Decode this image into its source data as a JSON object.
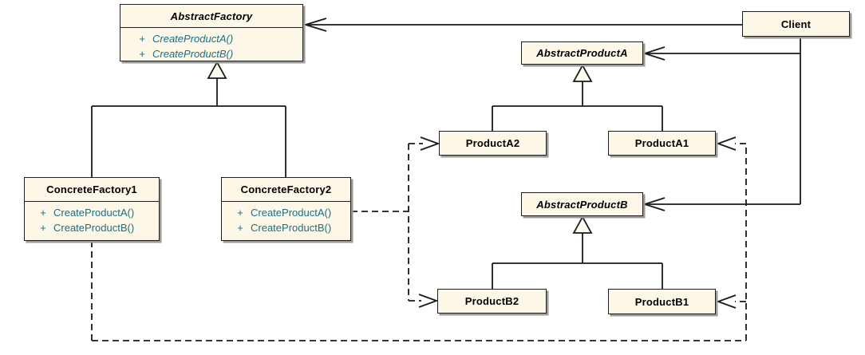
{
  "diagram_type": "uml-class-diagram",
  "pattern": "Abstract Factory",
  "colors": {
    "background": "#FFFFFF",
    "box_fill": "#FDF7E7",
    "box_border": "#1D1D1D",
    "box_shadow": "#9B9B9B",
    "method_text": "#1C6E85",
    "title_text": "#000000",
    "edge_line": "#1A1A1A"
  },
  "classes": {
    "abstract_factory": {
      "name": "AbstractFactory",
      "abstract": true,
      "methods": [
        {
          "vis": "+",
          "sig": "CreateProductA()"
        },
        {
          "vis": "+",
          "sig": "CreateProductB()"
        }
      ]
    },
    "client": {
      "name": "Client",
      "abstract": false
    },
    "abstract_product_a": {
      "name": "AbstractProductA",
      "abstract": true
    },
    "product_a2": {
      "name": "ProductA2",
      "abstract": false
    },
    "product_a1": {
      "name": "ProductA1",
      "abstract": false
    },
    "abstract_product_b": {
      "name": "AbstractProductB",
      "abstract": true
    },
    "product_b2": {
      "name": "ProductB2",
      "abstract": false
    },
    "product_b1": {
      "name": "ProductB1",
      "abstract": false
    },
    "concrete_factory1": {
      "name": "ConcreteFactory1",
      "abstract": false,
      "methods": [
        {
          "vis": "+",
          "sig": "CreateProductA()"
        },
        {
          "vis": "+",
          "sig": "CreateProductB()"
        }
      ]
    },
    "concrete_factory2": {
      "name": "ConcreteFactory2",
      "abstract": false,
      "methods": [
        {
          "vis": "+",
          "sig": "CreateProductA()"
        },
        {
          "vis": "+",
          "sig": "CreateProductB()"
        }
      ]
    }
  },
  "relationships": [
    {
      "from": "Client",
      "to": "AbstractFactory",
      "type": "association",
      "line": "solid",
      "arrow": "open"
    },
    {
      "from": "Client",
      "to": "AbstractProductA",
      "type": "association",
      "line": "solid",
      "arrow": "open"
    },
    {
      "from": "Client",
      "to": "AbstractProductB",
      "type": "association",
      "line": "solid",
      "arrow": "open"
    },
    {
      "from": "ConcreteFactory1",
      "to": "AbstractFactory",
      "type": "generalization",
      "line": "solid",
      "arrow": "hollow-triangle"
    },
    {
      "from": "ConcreteFactory2",
      "to": "AbstractFactory",
      "type": "generalization",
      "line": "solid",
      "arrow": "hollow-triangle"
    },
    {
      "from": "ProductA2",
      "to": "AbstractProductA",
      "type": "generalization",
      "line": "solid",
      "arrow": "hollow-triangle"
    },
    {
      "from": "ProductA1",
      "to": "AbstractProductA",
      "type": "generalization",
      "line": "solid",
      "arrow": "hollow-triangle"
    },
    {
      "from": "ProductB2",
      "to": "AbstractProductB",
      "type": "generalization",
      "line": "solid",
      "arrow": "hollow-triangle"
    },
    {
      "from": "ProductB1",
      "to": "AbstractProductB",
      "type": "generalization",
      "line": "solid",
      "arrow": "hollow-triangle"
    },
    {
      "from": "ConcreteFactory2",
      "to": "ProductA2",
      "type": "creates",
      "line": "dashed",
      "arrow": "open"
    },
    {
      "from": "ConcreteFactory2",
      "to": "ProductB2",
      "type": "creates",
      "line": "dashed",
      "arrow": "open"
    },
    {
      "from": "ConcreteFactory1",
      "to": "ProductA1",
      "type": "creates",
      "line": "dashed",
      "arrow": "open"
    },
    {
      "from": "ConcreteFactory1",
      "to": "ProductB1",
      "type": "creates",
      "line": "dashed",
      "arrow": "open"
    }
  ]
}
